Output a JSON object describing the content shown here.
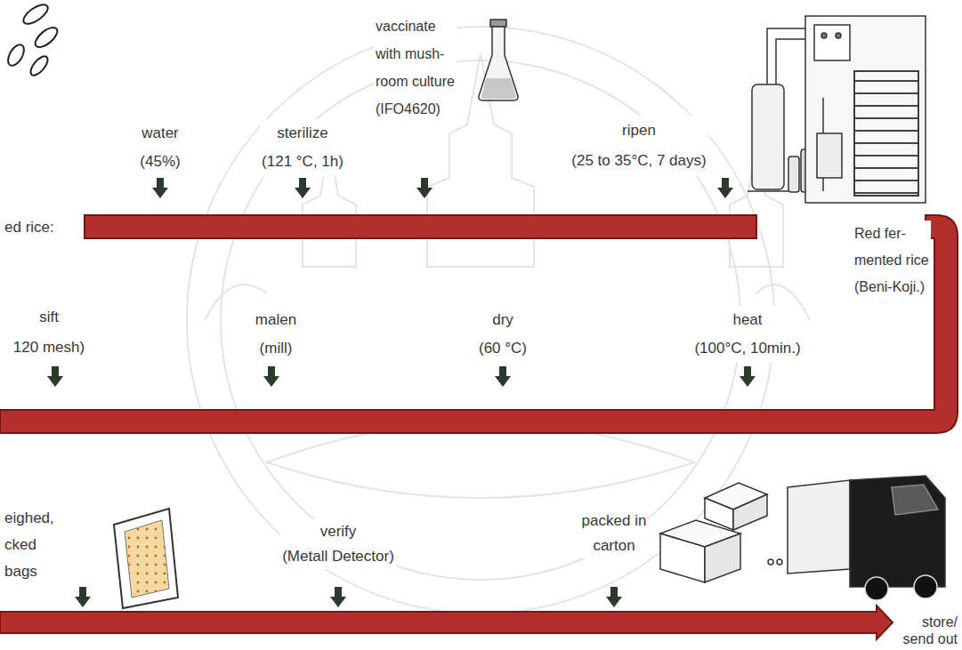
{
  "diagram": {
    "labels": [
      "ed rice:",
      "water (45%)",
      "sterilize (121 °C, 1h)",
      "vaccinate with mush- room culture (IFO4620)",
      "ripen (25 to 35°C, 7 days)",
      "Red fer- mented rice (Beni-Koji.)",
      "sift 120 mesh)",
      "malen (mill)",
      "dry (60 °C)",
      "heat (100°C, 10min.)",
      "eighed, cked bags",
      "verify (Metall Detector)",
      "packed in carton",
      "store/ send out"
    ]
  }
}
